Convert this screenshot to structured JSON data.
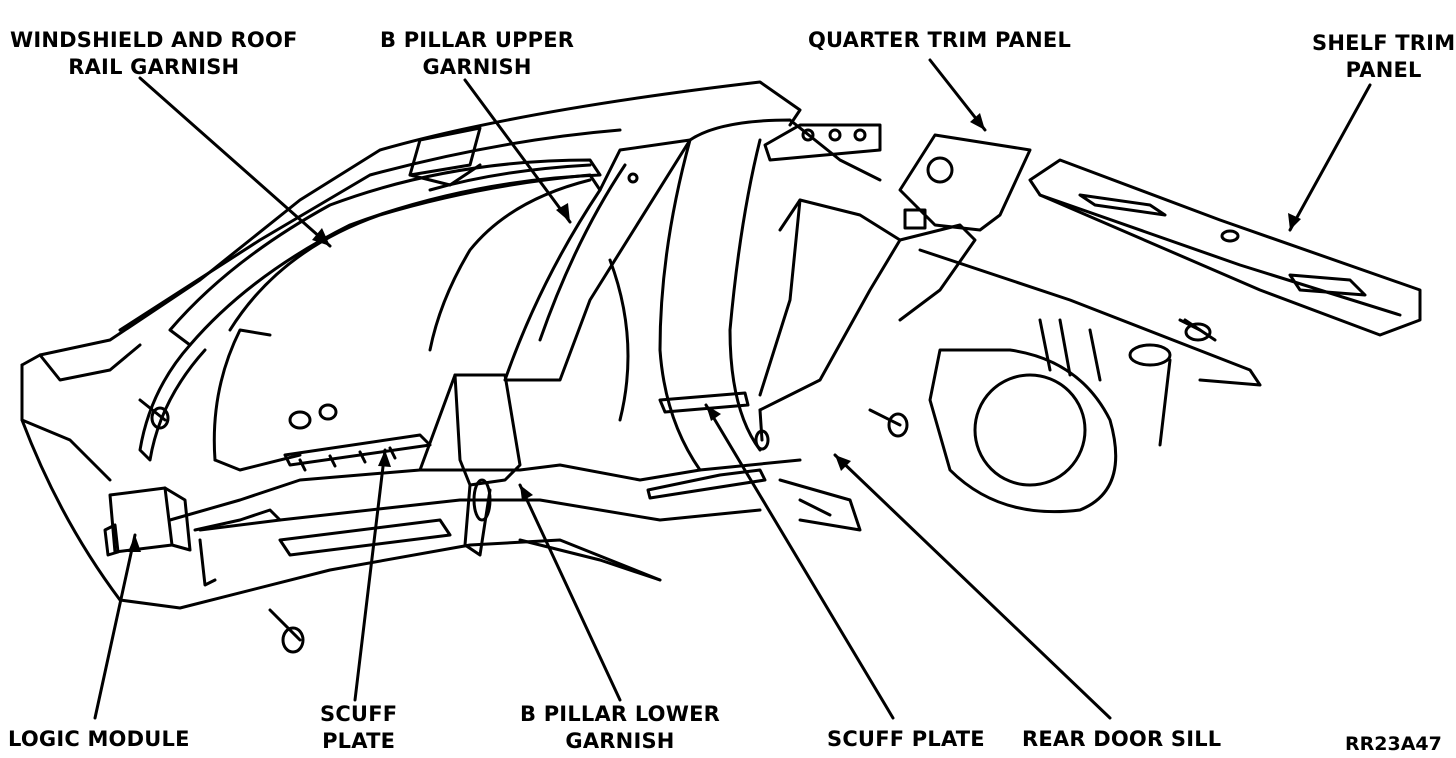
{
  "labels": {
    "windshield_roof": [
      "WINDSHIELD AND ROOF",
      "RAIL GARNISH"
    ],
    "b_pillar_upper": [
      "B PILLAR UPPER",
      "GARNISH"
    ],
    "quarter_trim": [
      "QUARTER TRIM PANEL"
    ],
    "shelf_trim": [
      "SHELF TRIM",
      "PANEL"
    ],
    "logic_module": [
      "LOGIC MODULE"
    ],
    "scuff_plate_front": [
      "SCUFF",
      "PLATE"
    ],
    "b_pillar_lower": [
      "B PILLAR LOWER",
      "GARNISH"
    ],
    "scuff_plate_rear": [
      "SCUFF PLATE"
    ],
    "rear_door_sill": [
      "REAR DOOR SILL"
    ]
  },
  "figure_id": "RR23A47",
  "colors": {
    "ink": "#000000",
    "paper": "#ffffff"
  }
}
